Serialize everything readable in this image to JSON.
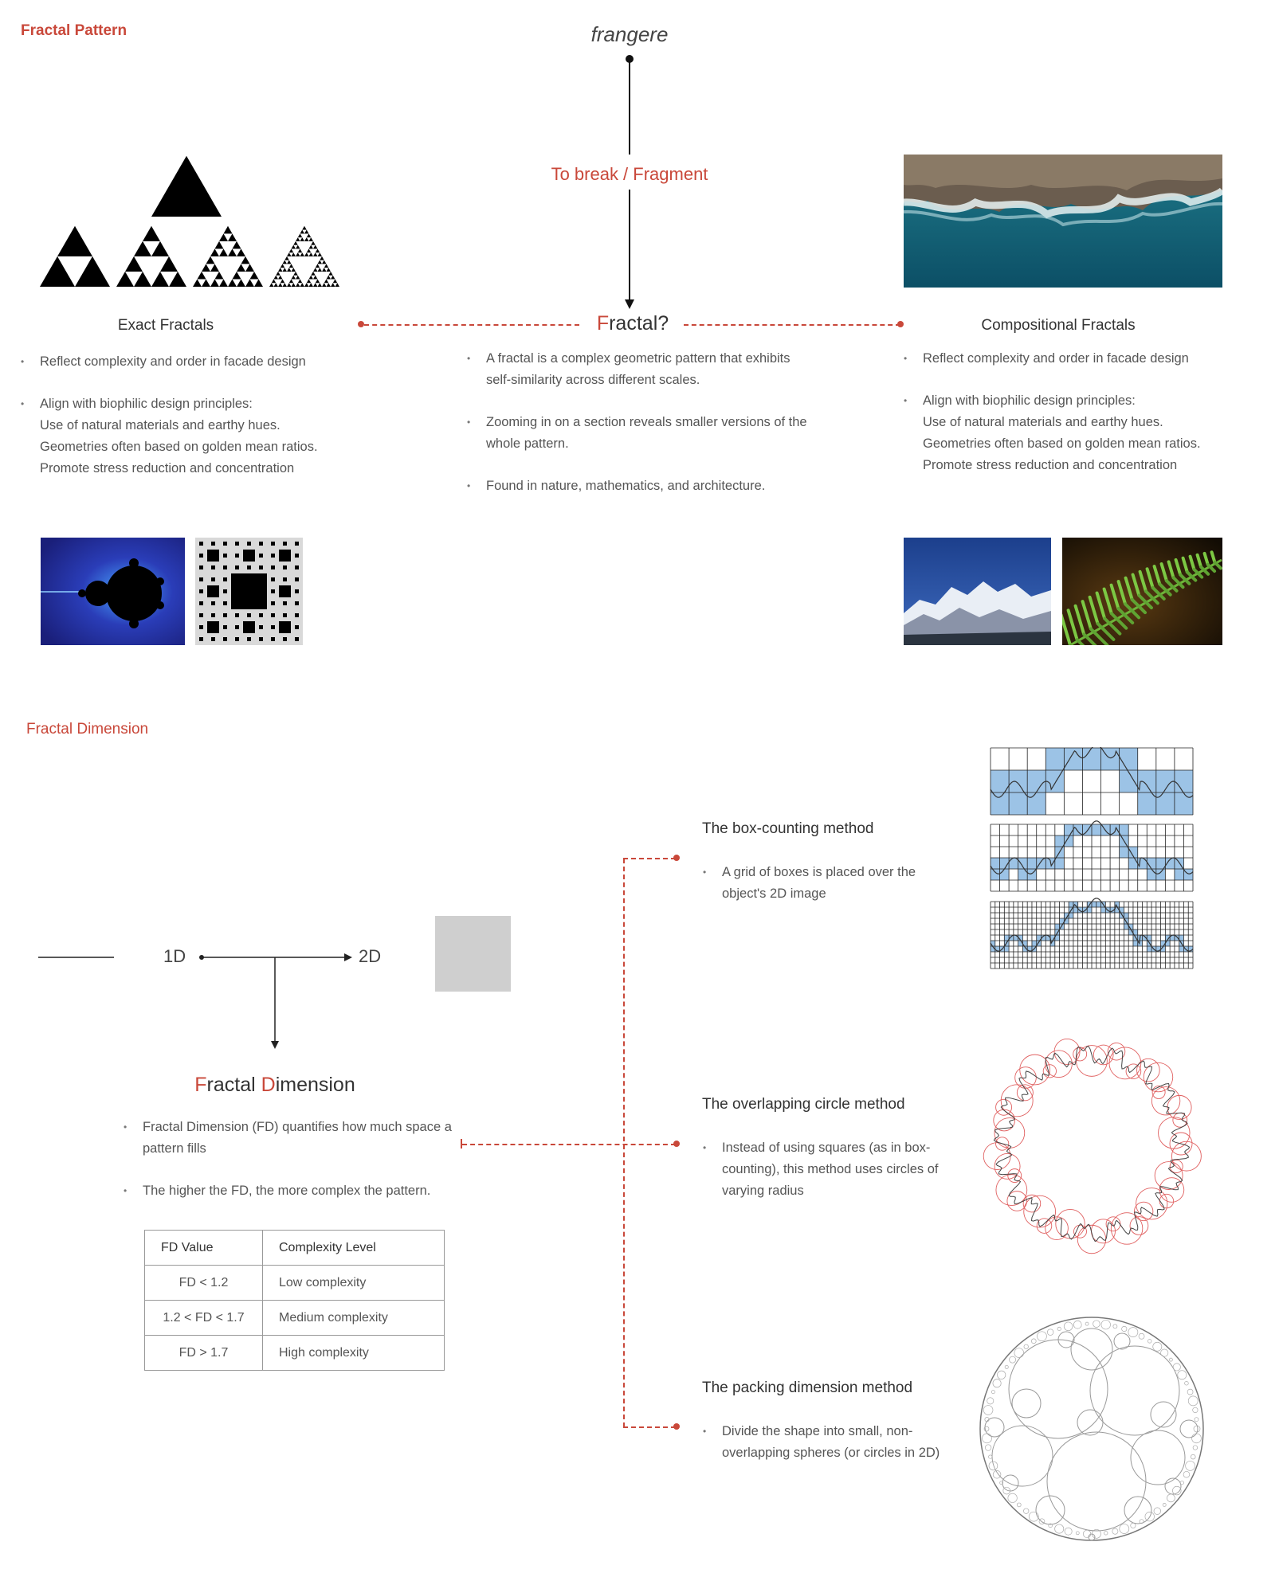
{
  "section1": {
    "title": "Fractal Pattern",
    "etymology": "frangere",
    "meaning": "To break / Fragment",
    "center_title_first": "F",
    "center_title_rest": "ractal?",
    "center_bullets": [
      "A fractal is a complex geometric pattern that exhibits self-similarity across different scales.",
      "Zooming in on a section reveals smaller versions of the whole pattern.",
      "Found in nature, mathematics, and architecture."
    ],
    "left": {
      "heading": "Exact Fractals",
      "bullets": [
        "Reflect complexity and order in facade design",
        "Align with biophilic design principles:\nUse of natural materials and earthy hues.\nGeometries often based on golden mean ratios.\nPromote stress reduction and concentration"
      ]
    },
    "right": {
      "heading": "Compositional Fractals",
      "bullets": [
        "Reflect complexity and order in facade design",
        "Align with biophilic design principles:\nUse of natural materials and earthy hues.\nGeometries often based on golden mean ratios.\nPromote stress reduction and concentration"
      ]
    }
  },
  "section2": {
    "title": "Fractal Dimension",
    "label_1d": "1D",
    "label_2d": "2D",
    "fd_title_1": "F",
    "fd_title_2": "ractal ",
    "fd_title_3": "D",
    "fd_title_4": "imension",
    "fd_bullets": [
      "Fractal Dimension (FD) quantifies how much space a pattern fills",
      "The higher the FD, the more complex the pattern."
    ],
    "table": {
      "headers": [
        "FD Value",
        "Complexity Level"
      ],
      "rows": [
        [
          "FD < 1.2",
          "Low complexity"
        ],
        [
          "1.2 < FD < 1.7",
          "Medium complexity"
        ],
        [
          "FD > 1.7",
          "High complexity"
        ]
      ]
    },
    "methods": [
      {
        "heading": "The box-counting method",
        "text": "A grid of boxes is placed over the object's 2D image"
      },
      {
        "heading": "The overlapping circle method",
        "text": "Instead of using squares (as in box-counting), this method uses circles of varying radius"
      },
      {
        "heading": "The packing dimension method",
        "text": "Divide the shape into small, non-overlapping spheres (or circles in 2D)"
      }
    ]
  },
  "colors": {
    "accent": "#c9483a",
    "text": "#333333",
    "muted": "#555555",
    "box_fill": "#9cc3e6",
    "square": "#cfcfcf"
  }
}
